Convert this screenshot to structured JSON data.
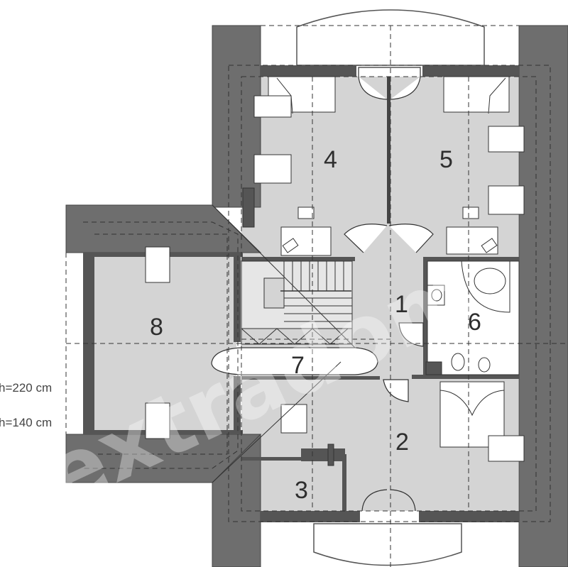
{
  "colors": {
    "wall": "#6e6e6e",
    "wall_dark": "#4a4a4a",
    "floor": "#d4d4d4",
    "background": "#ffffff",
    "line": "#333333"
  },
  "rooms": [
    {
      "id": "1",
      "label": "1"
    },
    {
      "id": "2",
      "label": "2"
    },
    {
      "id": "3",
      "label": "3"
    },
    {
      "id": "4",
      "label": "4"
    },
    {
      "id": "5",
      "label": "5"
    },
    {
      "id": "6",
      "label": "6"
    },
    {
      "id": "7",
      "label": "7"
    },
    {
      "id": "8",
      "label": "8"
    }
  ],
  "height_labels": {
    "h220": "h=220 cm",
    "h140": "h=140 cm"
  },
  "watermark": "extradom"
}
